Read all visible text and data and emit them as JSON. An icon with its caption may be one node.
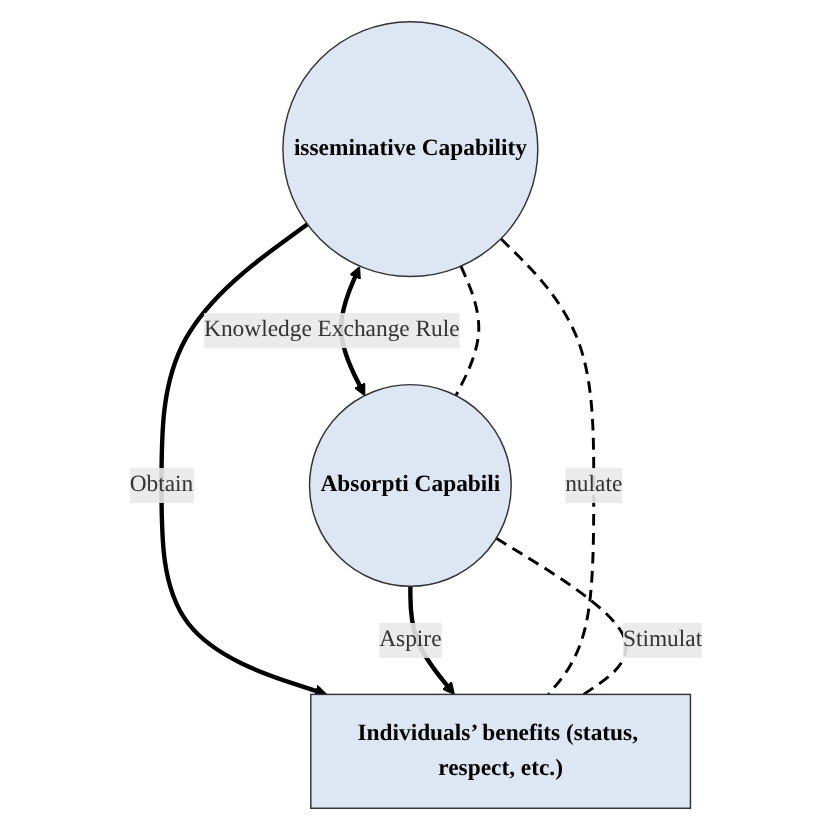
{
  "diagram": {
    "nodes": [
      {
        "text": [
          "isseminative Capability"
        ]
      },
      {
        "text": [
          "Absorpti Capabili"
        ]
      },
      {
        "text": [
          "Individuals’ benefits (status, respect, etc.)"
        ]
      }
    ],
    "edges": [
      {
        "from": 0,
        "to": 1,
        "arrow": "both",
        "label": "Knowledge Exchange Rule"
      },
      {
        "from": 0,
        "to": 2,
        "arrow": "to",
        "label": "Obtain"
      },
      {
        "from": 1,
        "to": 2,
        "arrow": "to",
        "label": "Aspire"
      },
      {
        "from": 0,
        "to": 1,
        "arrow": "none",
        "style": "dashed"
      },
      {
        "from": 0,
        "to": 2,
        "arrow": "none",
        "style": "dashed",
        "label": "nulate"
      },
      {
        "from": 1,
        "to": 2,
        "arrow": "none",
        "style": "dashed",
        "label": "Stimulat"
      }
    ]
  }
}
